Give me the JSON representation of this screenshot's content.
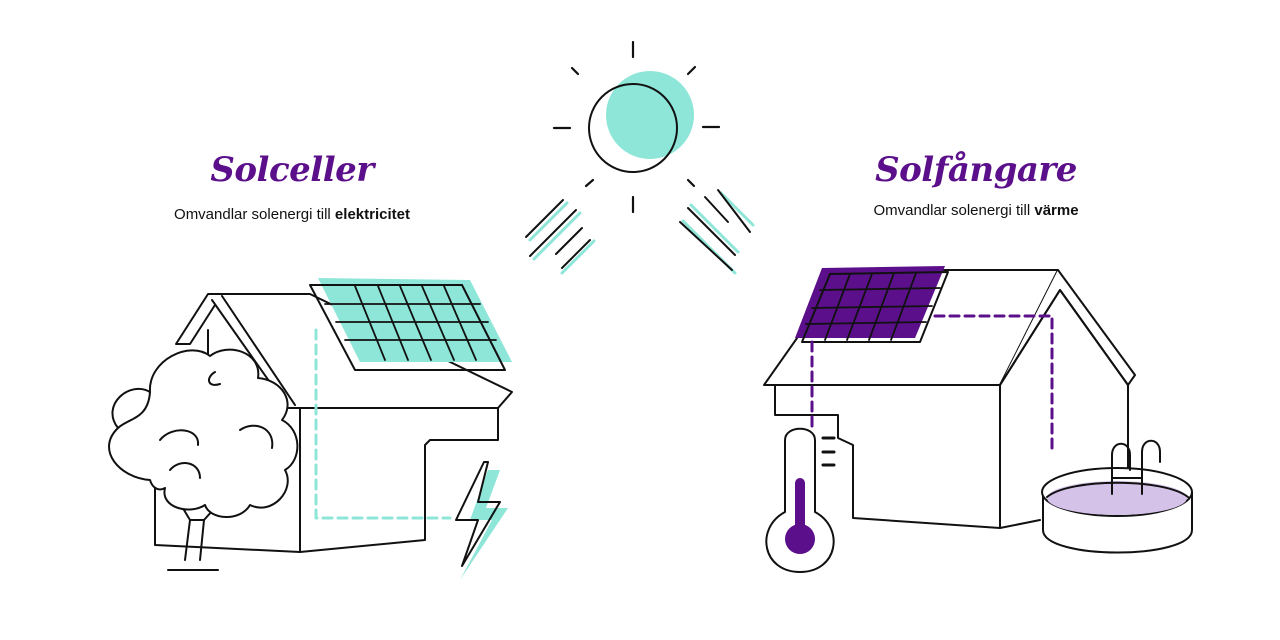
{
  "colors": {
    "ink": "#111111",
    "teal": "#8ee6d9",
    "purple": "#5b0f8a",
    "lavender": "#d4c2e8"
  },
  "left": {
    "title": "Solceller",
    "caption_text": "Omvandlar solenergi till",
    "caption_emphasis": "elektricitet"
  },
  "right": {
    "title": "Solfångare",
    "caption_text": "Omvandlar solenergi till",
    "caption_emphasis": "värme"
  }
}
